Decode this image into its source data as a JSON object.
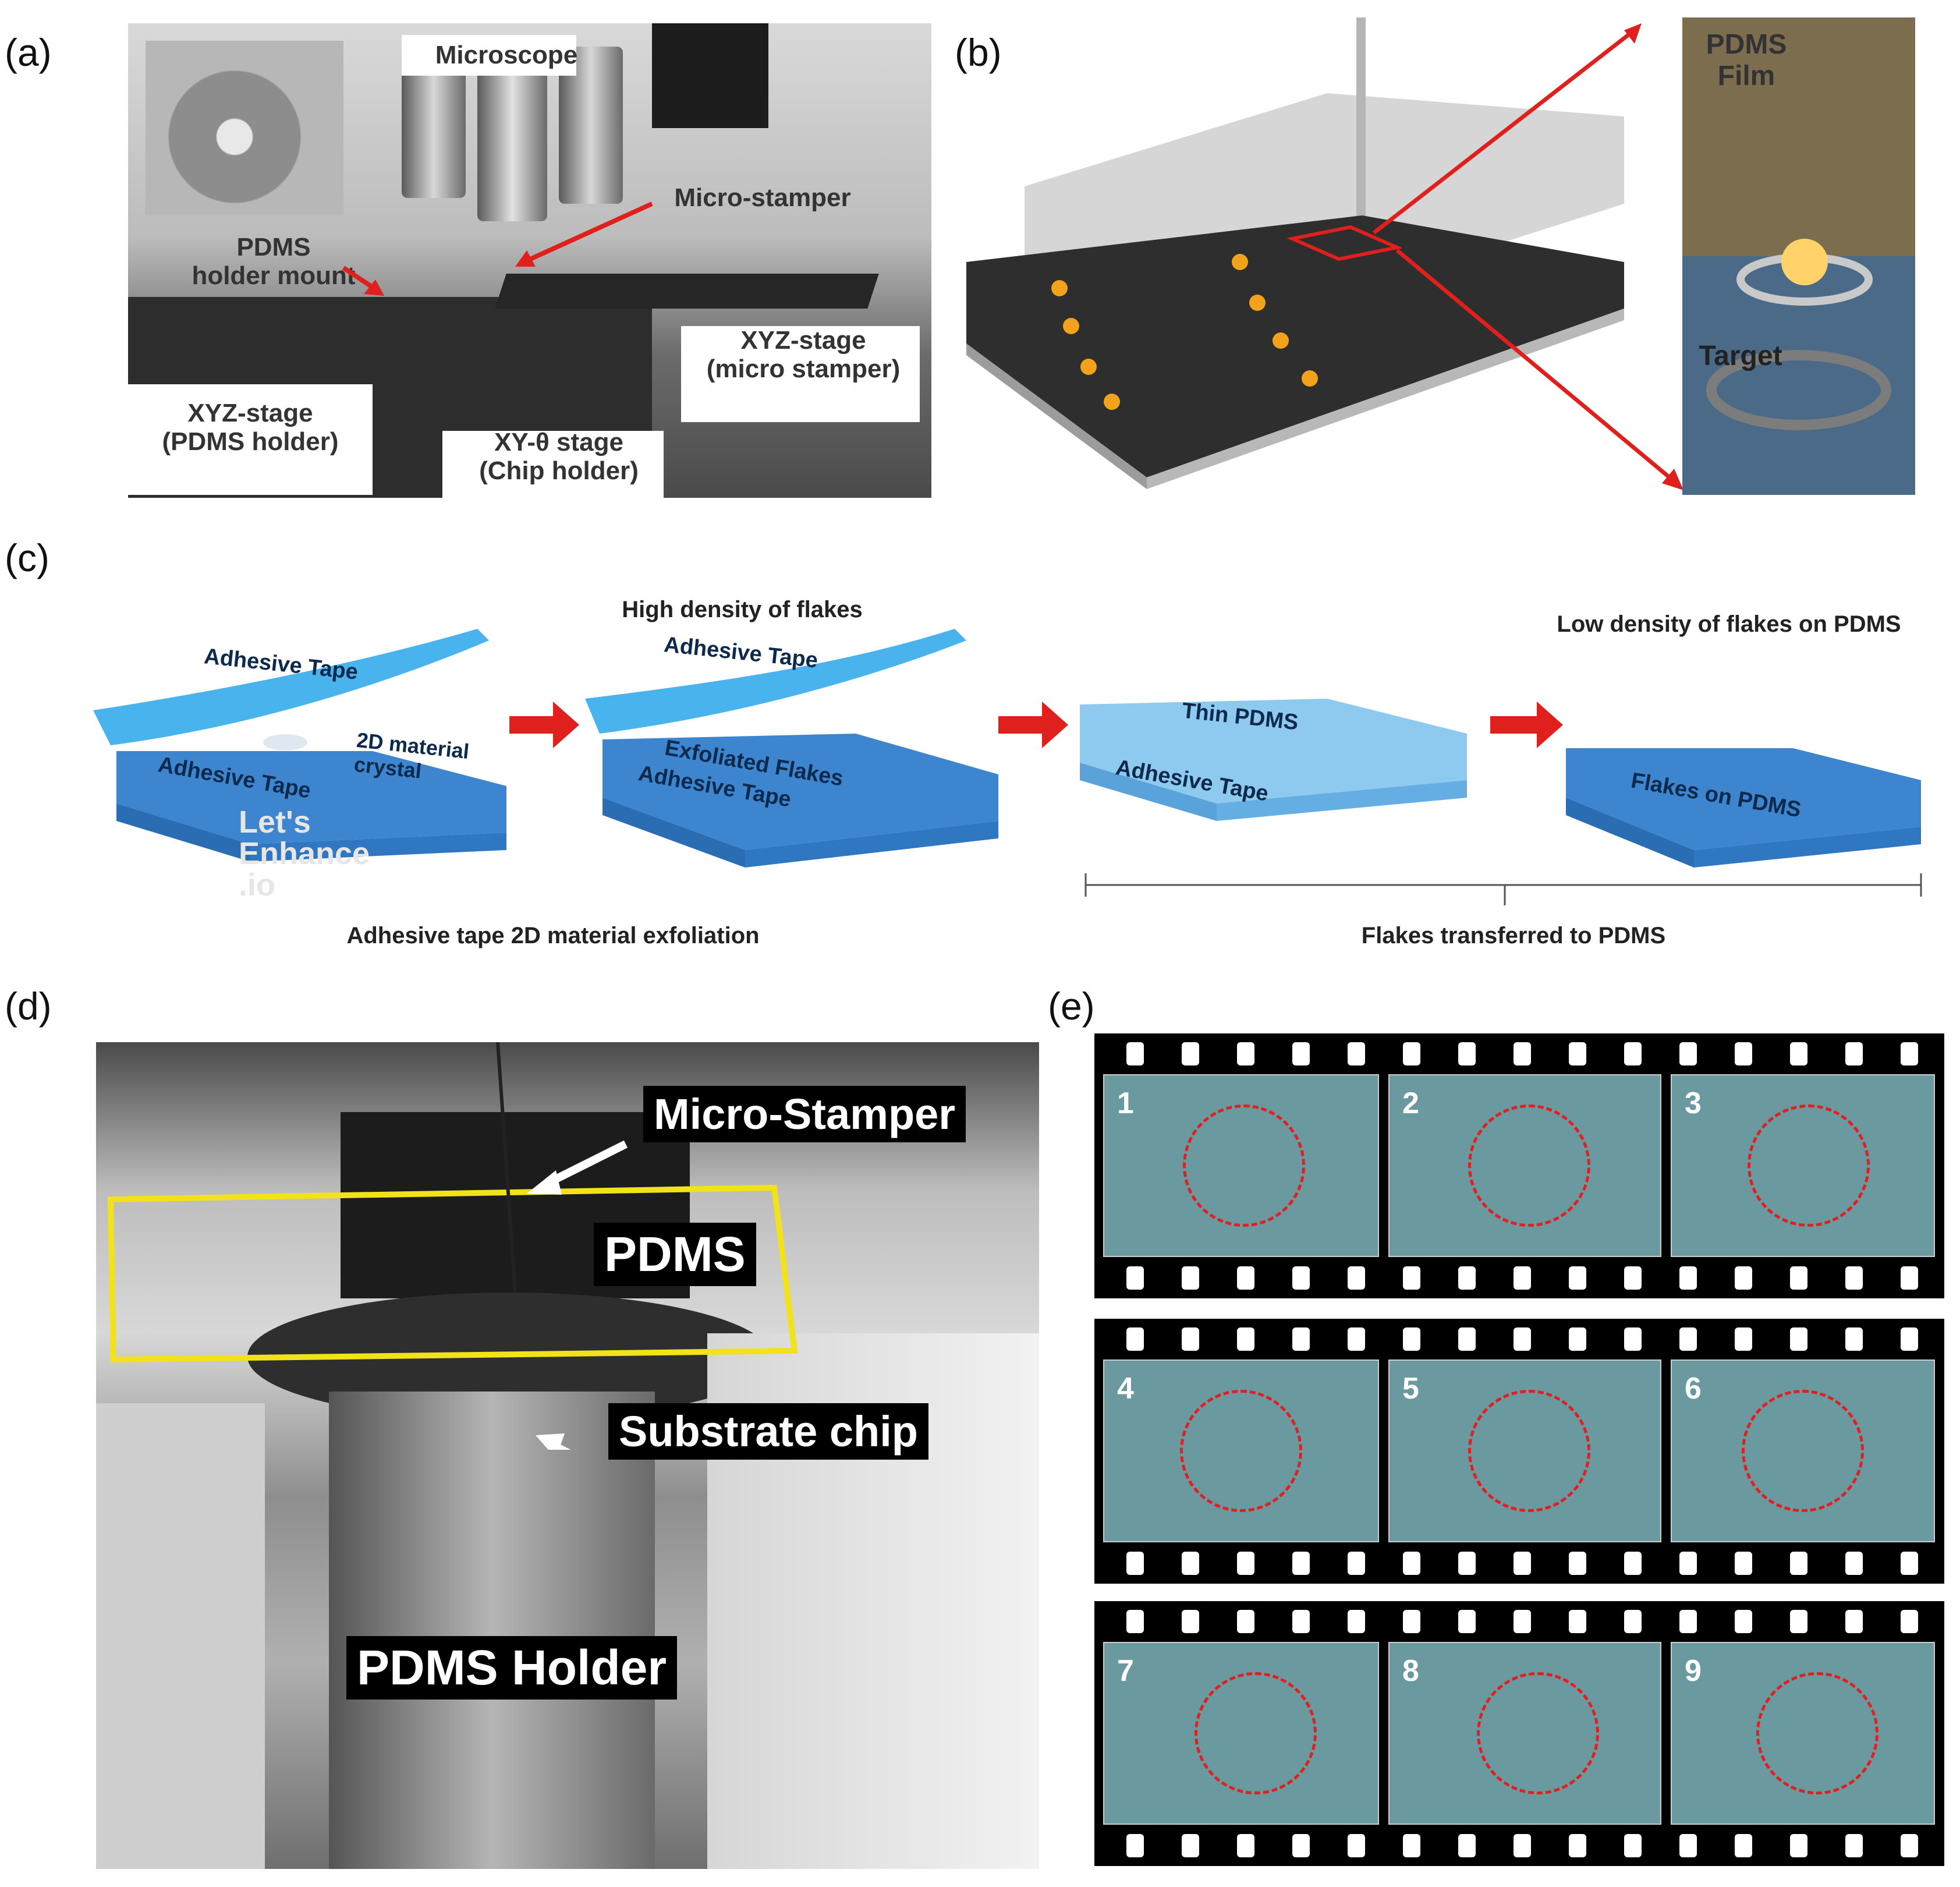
{
  "panels": {
    "a": {
      "tag": "(a)",
      "labels": {
        "microscope": "Microscope",
        "micro_stamper": "Micro-stamper",
        "pdms_holder_mount": "PDMS\nholder mount",
        "xyz_micro": "XYZ-stage\n(micro stamper)",
        "xyz_pdms": "XYZ-stage\n(PDMS holder)",
        "xy_theta": "XY-θ stage\n(Chip holder)"
      }
    },
    "b": {
      "tag": "(b)",
      "labels": {
        "pdms_film": "PDMS\nFilm",
        "target": "Target"
      }
    },
    "c": {
      "tag": "(c)",
      "high_density": "High density of flakes",
      "low_density": "Low density of flakes on PDMS",
      "step1": {
        "top": "Adhesive Tape",
        "bottom": "Adhesive Tape",
        "crystal": "2D material\ncrystal"
      },
      "step2": {
        "top": "Adhesive Tape",
        "flakes": "Exfoliated Flakes",
        "bottom": "Adhesive Tape"
      },
      "step3": {
        "top": "Thin PDMS",
        "bottom": "Adhesive Tape"
      },
      "step4": {
        "bottom": "Flakes on PDMS"
      },
      "bracket_left": "Adhesive tape 2D material exfoliation",
      "bracket_right": "Flakes transferred to PDMS",
      "watermark": "Let's\nEnhance\n.io"
    },
    "d": {
      "tag": "(d)",
      "labels": {
        "micro_stamper": "Micro-Stamper",
        "pdms": "PDMS",
        "substrate_chip": "Substrate chip",
        "pdms_holder": "PDMS Holder"
      }
    },
    "e": {
      "tag": "(e)",
      "frames": [
        "1",
        "2",
        "3",
        "4",
        "5",
        "6",
        "7",
        "8",
        "9"
      ]
    }
  },
  "colors": {
    "arrow_red": "#e0201c",
    "tape_blue": "#3a8fd8",
    "yellow_box": "#f2e21a",
    "ring_red": "#e02020"
  }
}
